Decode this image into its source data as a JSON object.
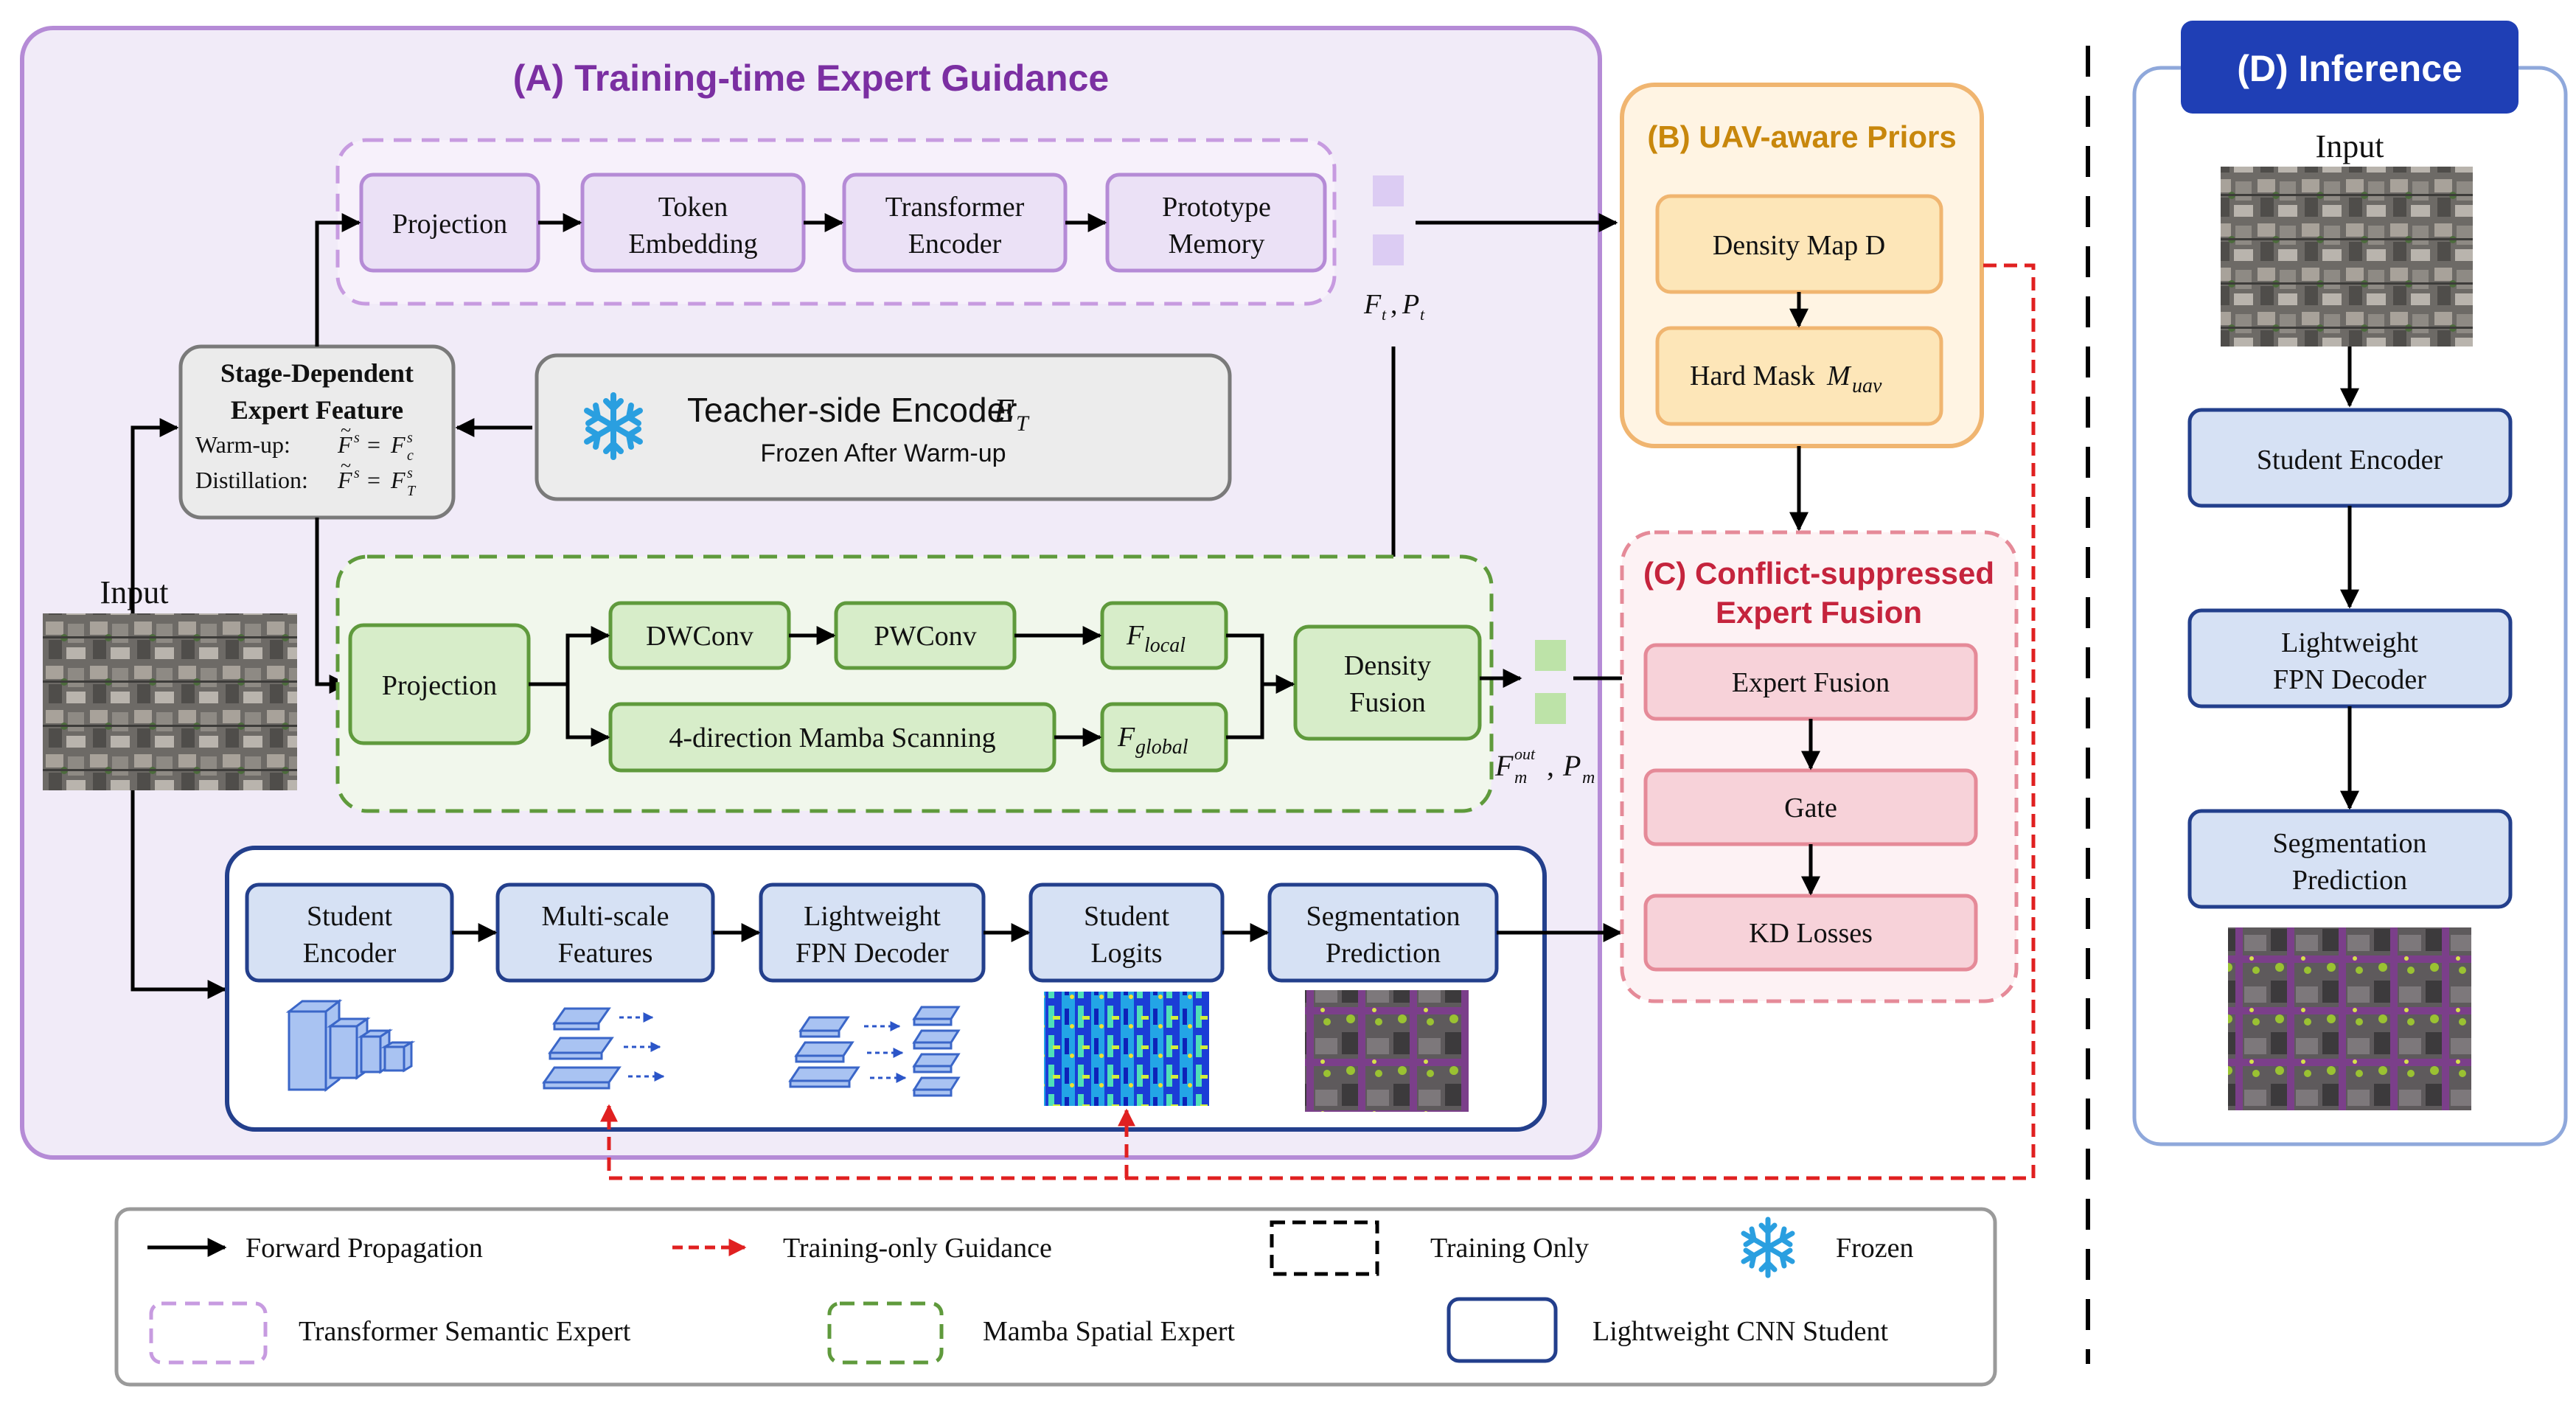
{
  "sections": {
    "a_title": "(A)  Training-time Expert Guidance",
    "b_title": "(B) UAV-aware Priors",
    "c_title_1": "(C) Conflict-suppressed",
    "c_title_2": "Expert Fusion",
    "d_title": "(D) Inference"
  },
  "transformer": {
    "projection": "Projection",
    "token_1": "Token",
    "token_2": "Embedding",
    "encoder_1": "Transformer",
    "encoder_2": "Encoder",
    "proto_1": "Prototype",
    "proto_2": "Memory",
    "out_f": "F",
    "out_t": "t",
    "out_p": "P",
    "out_pt": "t"
  },
  "stage": {
    "title_1": "Stage-Dependent",
    "title_2": "Expert Feature",
    "warm_label": "Warm-up:",
    "distill_label": "Distillation:",
    "f": "F",
    "s": "s",
    "c": "c",
    "T": "T",
    "eq": "="
  },
  "teacher": {
    "title": "Teacher-side Encoder ",
    "E": "E",
    "T": "T",
    "subtitle": "Frozen After Warm-up"
  },
  "mamba": {
    "projection": "Projection",
    "dwconv": "DWConv",
    "pwconv": "PWConv",
    "scan": "4-direction Mamba Scanning",
    "f": "F",
    "local": "local",
    "global": "global",
    "fusion_1": "Density",
    "fusion_2": "Fusion",
    "out_f": "F",
    "out_m": "m",
    "out_sup": "out",
    "out_p": "P",
    "out_pm": "m"
  },
  "input_label": "Input",
  "student": {
    "enc_1": "Student",
    "enc_2": "Encoder",
    "ms_1": "Multi-scale",
    "ms_2": "Features",
    "fpn_1": "Lightweight",
    "fpn_2": "FPN Decoder",
    "logits_1": "Student",
    "logits_2": "Logits",
    "seg_1": "Segmentation",
    "seg_2": "Prediction"
  },
  "priors": {
    "density": "Density Map D",
    "hard_mask": "Hard Mask ",
    "M": "M",
    "uav": "uav"
  },
  "fusion": {
    "expert": "Expert Fusion",
    "gate": "Gate",
    "kd": "KD Losses"
  },
  "inference": {
    "input": "Input",
    "encoder": "Student Encoder",
    "fpn_1": "Lightweight",
    "fpn_2": "FPN Decoder",
    "seg_1": "Segmentation",
    "seg_2": "Prediction"
  },
  "legend": {
    "forward": "Forward Propagation",
    "training_guidance": "Training-only Guidance",
    "training_only": "Training Only",
    "frozen": "Frozen",
    "transformer": "Transformer Semantic Expert",
    "mamba": "Mamba Spatial Expert",
    "cnn": "Lightweight CNN Student"
  },
  "colors": {
    "purple_border": "#b58bd6",
    "purple_fill": "#f1ebf8",
    "purple_box": "#ebe1f6",
    "green_border": "#5f9a3c",
    "green_box": "#d7edc9",
    "navy_border": "#233f8c",
    "blue_box": "#d6e1f4",
    "orange_border": "#f0b570",
    "orange_box": "#fde6b8",
    "pink_border": "#e58a98",
    "pink_box": "#f7d2d9",
    "red_dash": "#e02020",
    "grey_box": "#ececec",
    "section_a_title": "#7b2fa2",
    "section_b_title": "#c8870c",
    "section_c_title": "#c5243d",
    "section_d_fill": "#1f3fb5",
    "snowflake": "#2a9fe0"
  },
  "icons": {
    "snowflake": "snowflake-icon",
    "input_image": "aerial-photo",
    "encoder_blocks": "cube-stack-icon",
    "feature_layers": "layers-icon",
    "logits_heatmap": "heatmap-image",
    "segmentation": "segmentation-map"
  }
}
